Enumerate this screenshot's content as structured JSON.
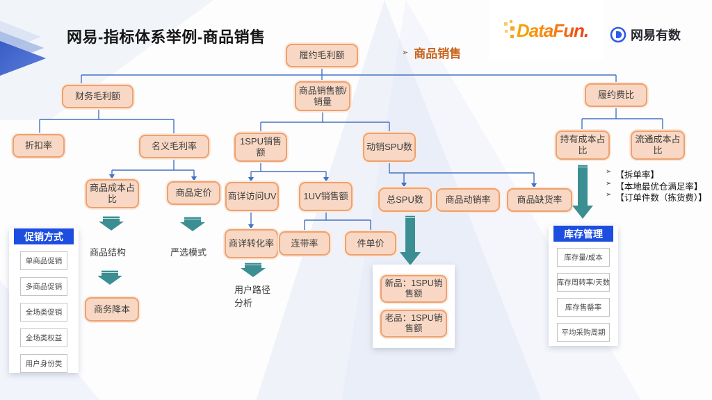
{
  "page": {
    "title": "网易-指标体系举例-商品销售",
    "section_label": "商品销售"
  },
  "logos": {
    "datafun": "DataFun.",
    "netease": "网易有数"
  },
  "nodes": {
    "fulfill_gross": "履约毛利额",
    "finance_gross": "财务毛利额",
    "sales_amount": "商品销售额/销量",
    "fulfill_cost_ratio": "履约费比",
    "discount_rate": "折扣率",
    "nominal_margin": "名义毛利率",
    "spu_sales": "1SPU销售额",
    "active_spu": "动销SPU数",
    "holding_cost": "持有成本占比",
    "circulation_cost": "流通成本占比",
    "goods_cost_ratio": "商品成本占比",
    "goods_pricing": "商品定价",
    "detail_uv": "商详访问UV",
    "uv_sales": "1UV销售额",
    "total_spu": "总SPU数",
    "active_rate": "商品动销率",
    "oos_rate": "商品缺货率",
    "detail_cvr": "商详转化率",
    "attach_rate": "连带率",
    "unit_price": "件单价",
    "biz_cost_down": "商务降本",
    "new_spu_sales": "新品：1SPU销售额",
    "old_spu_sales": "老品：1SPU销售额"
  },
  "labels": {
    "goods_structure": "商品结构",
    "yanxuan_mode": "严选模式",
    "user_path": "用户路径分析"
  },
  "promo_panel": {
    "title": "促销方式",
    "items": [
      "单商品促销",
      "多商品促销",
      "全场类促销",
      "全场类权益",
      "用户身份类"
    ]
  },
  "inventory_panel": {
    "title": "库存管理",
    "items": [
      "库存量/成本",
      "库存周转率/天数",
      "库存售罄率",
      "平均采购周期"
    ]
  },
  "bullets": [
    "【拆单率】",
    "【本地最优仓满足率】",
    "【订单件数（拣货费）】"
  ],
  "colors": {
    "node_fill": "#F8D8C4",
    "node_border": "#EDA170",
    "connector_blue": "#4472C4",
    "teal_arrow": "#3B8E92",
    "panel_header_blue": "#1D4EE0",
    "section_orange": "#C9641C"
  }
}
